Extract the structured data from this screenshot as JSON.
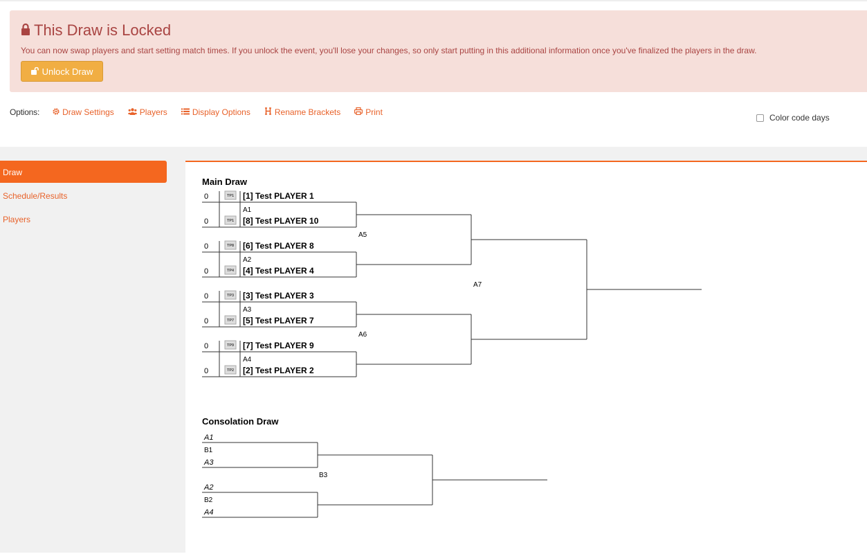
{
  "alert": {
    "title": "This Draw is Locked",
    "message": "You can now swap players and start setting match times. If you unlock the event, you'll lose your changes, so only start putting in this additional information once you've finalized the players in the draw.",
    "unlock_label": "Unlock Draw"
  },
  "options": {
    "label": "Options:",
    "items": [
      {
        "label": "Draw Settings",
        "icon": "gear-icon"
      },
      {
        "label": "Players",
        "icon": "users-icon"
      },
      {
        "label": "Display Options",
        "icon": "list-icon"
      },
      {
        "label": "Rename Brackets",
        "icon": "heading-icon"
      },
      {
        "label": "Print",
        "icon": "print-icon"
      }
    ],
    "color_code_label": "Color code days"
  },
  "sidebar": {
    "items": [
      {
        "label": "Draw",
        "active": true
      },
      {
        "label": "Schedule/Results",
        "active": false
      },
      {
        "label": "Players",
        "active": false
      }
    ]
  },
  "colors": {
    "accent": "#f4671f",
    "link": "#e8622a",
    "alert_bg": "#f6dfda",
    "alert_text": "#a94442",
    "button": "#f1ae43"
  },
  "main_draw": {
    "title": "Main Draw",
    "entries": [
      {
        "score": "0",
        "badge": "TP1",
        "player": "[1] Test PLAYER 1"
      },
      {
        "score": "0",
        "badge": "TP1",
        "player": "[8] Test PLAYER 10"
      },
      {
        "score": "0",
        "badge": "TP8",
        "player": "[6] Test PLAYER 8"
      },
      {
        "score": "0",
        "badge": "TP4",
        "player": "[4] Test PLAYER 4"
      },
      {
        "score": "0",
        "badge": "TP3",
        "player": "[3] Test PLAYER 3"
      },
      {
        "score": "0",
        "badge": "TP7",
        "player": "[5] Test PLAYER 7"
      },
      {
        "score": "0",
        "badge": "TP9",
        "player": "[7] Test PLAYER 9"
      },
      {
        "score": "0",
        "badge": "TP2",
        "player": "[2] Test PLAYER 2"
      }
    ],
    "round1": [
      "A1",
      "A2",
      "A3",
      "A4"
    ],
    "round2": [
      "A5",
      "A6"
    ],
    "round3": [
      "A7"
    ]
  },
  "consolation_draw": {
    "title": "Consolation Draw",
    "entries": [
      "A1",
      "A3",
      "A2",
      "A4"
    ],
    "round1": [
      "B1",
      "B2"
    ],
    "round2": [
      "B3"
    ]
  }
}
